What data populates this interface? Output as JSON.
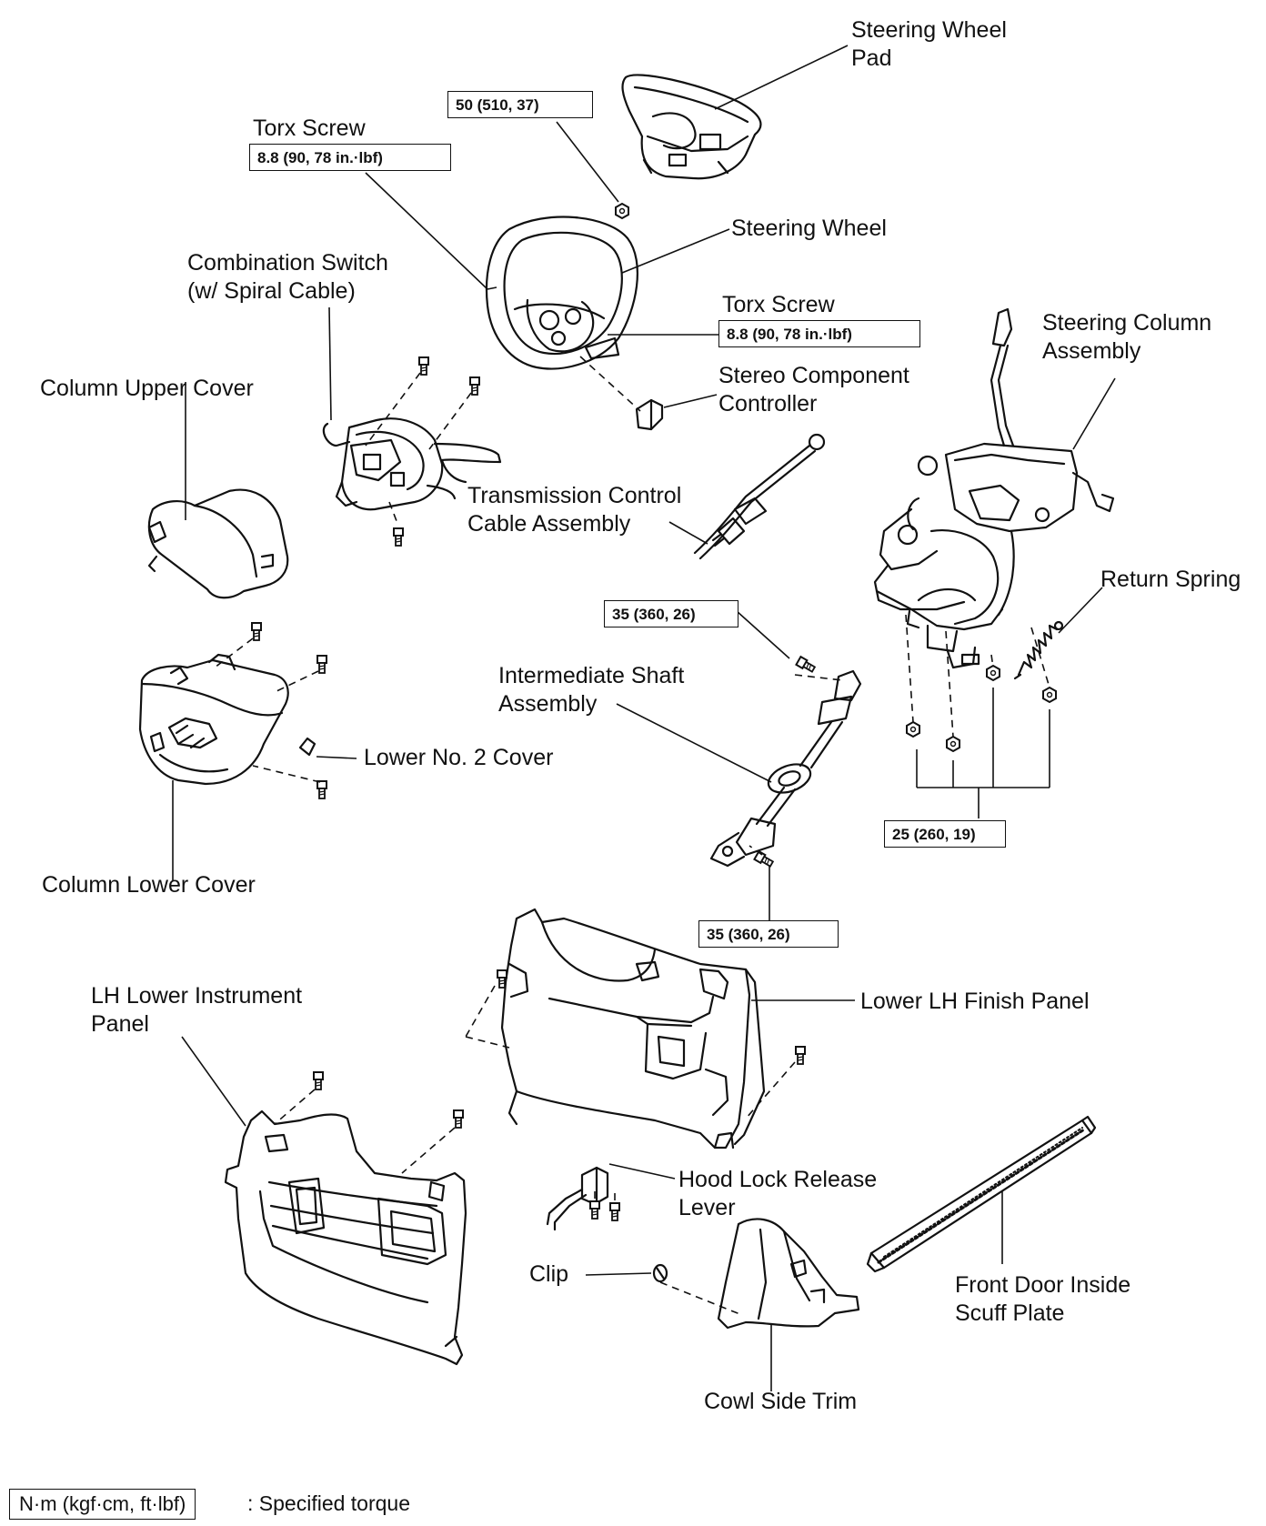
{
  "labels": {
    "steering_wheel_pad": "Steering Wheel\nPad",
    "torx_screw_upper": "Torx Screw",
    "steering_wheel": "Steering Wheel",
    "combination_switch": "Combination Switch\n(w/ Spiral Cable)",
    "torx_screw_lower": "Torx Screw",
    "steering_column_assembly": "Steering Column\nAssembly",
    "column_upper_cover": "Column Upper Cover",
    "stereo_component_controller": "Stereo Component\nController",
    "transmission_control_cable": "Transmission Control\nCable Assembly",
    "return_spring": "Return Spring",
    "intermediate_shaft": "Intermediate Shaft\nAssembly",
    "lower_no2_cover": "Lower No. 2 Cover",
    "column_lower_cover": "Column Lower Cover",
    "lh_lower_instrument_panel": "LH Lower Instrument\nPanel",
    "lower_lh_finish_panel": "Lower LH Finish Panel",
    "hood_lock_release_lever": "Hood Lock Release\nLever",
    "clip": "Clip",
    "front_door_scuff_plate": "Front Door Inside\nScuff Plate",
    "cowl_side_trim": "Cowl Side Trim"
  },
  "torques": {
    "pad_nut": "50 (510, 37)",
    "torx_upper": "8.8 (90, 78 in.·lbf)",
    "torx_lower": "8.8 (90, 78 in.·lbf)",
    "shaft_upper": "35 (360, 26)",
    "column_nuts": "25 (260, 19)",
    "shaft_lower": "35 (360, 26)"
  },
  "legend": {
    "unit_box": "N·m (kgf·cm, ft·lbf)",
    "description": ": Specified torque"
  }
}
